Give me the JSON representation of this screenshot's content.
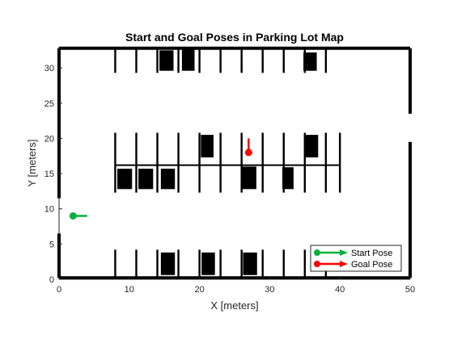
{
  "chart_data": {
    "type": "scatter",
    "title": "Start and Goal Poses in Parking Lot Map",
    "xlabel": "X [meters]",
    "ylabel": "Y [meters]",
    "xlim": [
      0,
      50
    ],
    "ylim": [
      0,
      33
    ],
    "xticks": [
      0,
      10,
      20,
      30,
      40,
      50
    ],
    "yticks": [
      0,
      5,
      10,
      15,
      20,
      25,
      30
    ],
    "xtick_labels": [
      "0",
      "10",
      "20",
      "30",
      "40",
      "50"
    ],
    "ytick_labels": [
      "0",
      "5",
      "10",
      "15",
      "20",
      "25",
      "30"
    ],
    "grid": false,
    "legend_position": "bottom-right",
    "map": {
      "occupied_color": "#000000",
      "free_color": "#ffffff",
      "boundary": [
        {
          "x1": 0,
          "y1": 32.8,
          "x2": 50,
          "y2": 32.8
        },
        {
          "x1": 0,
          "y1": 0.2,
          "x2": 50,
          "y2": 0.2
        },
        {
          "x1": 0,
          "y1": 32.8,
          "x2": 0,
          "y2": 11.5
        },
        {
          "x1": 0,
          "y1": 6.5,
          "x2": 0,
          "y2": 0.2
        },
        {
          "x1": 50,
          "y1": 32.8,
          "x2": 50,
          "y2": 23.5
        },
        {
          "x1": 50,
          "y1": 19.5,
          "x2": 50,
          "y2": 0.2
        }
      ],
      "divider_lines": [
        {
          "x1": 8,
          "y1": 16.2,
          "x2": 40,
          "y2": 16.2
        }
      ],
      "lane_lines_top": [
        8,
        11,
        14,
        17,
        20,
        23,
        26,
        29,
        32,
        35,
        38
      ],
      "lane_lines_top_range": [
        29.3,
        32.8
      ],
      "lane_lines_middle": [
        8,
        11,
        14,
        17,
        20,
        23,
        26,
        29,
        32,
        35,
        38,
        40
      ],
      "lane_lines_middle_range": [
        12.3,
        20.8
      ],
      "lane_lines_bottom": [
        8,
        11,
        14,
        17,
        20,
        23,
        26,
        29,
        32,
        35,
        38
      ],
      "lane_lines_bottom_range": [
        0.2,
        4.2
      ],
      "parked_cars": [
        {
          "x": 14.3,
          "y": 29.6,
          "w": 2.0,
          "h": 2.9
        },
        {
          "x": 17.5,
          "y": 29.6,
          "w": 1.8,
          "h": 3.2
        },
        {
          "x": 34.8,
          "y": 29.6,
          "w": 1.9,
          "h": 2.6
        },
        {
          "x": 20.2,
          "y": 17.3,
          "w": 1.8,
          "h": 3.2
        },
        {
          "x": 35.0,
          "y": 17.3,
          "w": 1.9,
          "h": 3.2
        },
        {
          "x": 8.3,
          "y": 12.8,
          "w": 2.1,
          "h": 2.9
        },
        {
          "x": 11.3,
          "y": 12.8,
          "w": 2.1,
          "h": 2.9
        },
        {
          "x": 14.5,
          "y": 12.8,
          "w": 2.0,
          "h": 2.9
        },
        {
          "x": 26.1,
          "y": 12.8,
          "w": 2.0,
          "h": 3.2
        },
        {
          "x": 31.8,
          "y": 12.8,
          "w": 1.6,
          "h": 3.1
        },
        {
          "x": 14.5,
          "y": 0.6,
          "w": 2.0,
          "h": 3.2
        },
        {
          "x": 20.3,
          "y": 0.6,
          "w": 1.9,
          "h": 3.2
        },
        {
          "x": 26.2,
          "y": 0.6,
          "w": 2.0,
          "h": 3.2
        }
      ]
    },
    "series": [
      {
        "name": "Start Pose",
        "color": "#00b13d",
        "x": [
          2
        ],
        "y": [
          9
        ],
        "heading_deg": 0,
        "arrow_length": 2
      },
      {
        "name": "Goal Pose",
        "color": "#ff0000",
        "x": [
          27
        ],
        "y": [
          18
        ],
        "heading_deg": 90,
        "arrow_length": 2
      }
    ]
  }
}
